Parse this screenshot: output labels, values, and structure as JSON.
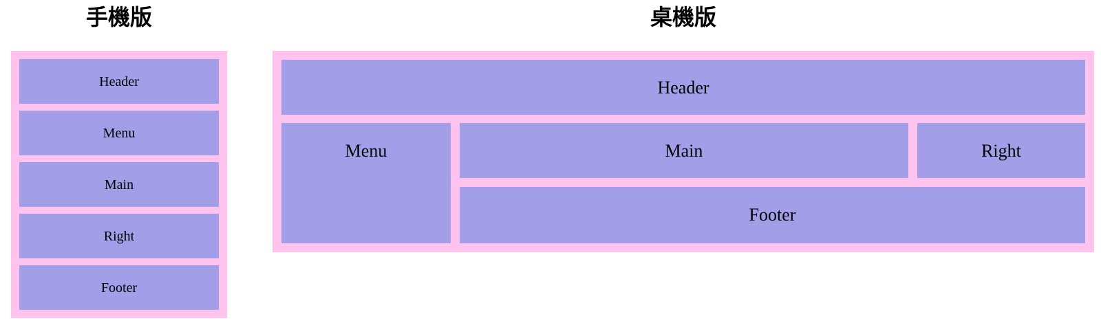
{
  "colors": {
    "container_pink": "#ffc3ed",
    "box_purple": "#a29fe8",
    "text_color": "#000000"
  },
  "mobile": {
    "title": "手機版",
    "boxes": [
      {
        "label": "Header"
      },
      {
        "label": "Menu"
      },
      {
        "label": "Main"
      },
      {
        "label": "Right"
      },
      {
        "label": "Footer"
      }
    ]
  },
  "desktop": {
    "title": "桌機版",
    "boxes": {
      "header": "Header",
      "menu": "Menu",
      "main": "Main",
      "right": "Right",
      "footer": "Footer"
    }
  }
}
